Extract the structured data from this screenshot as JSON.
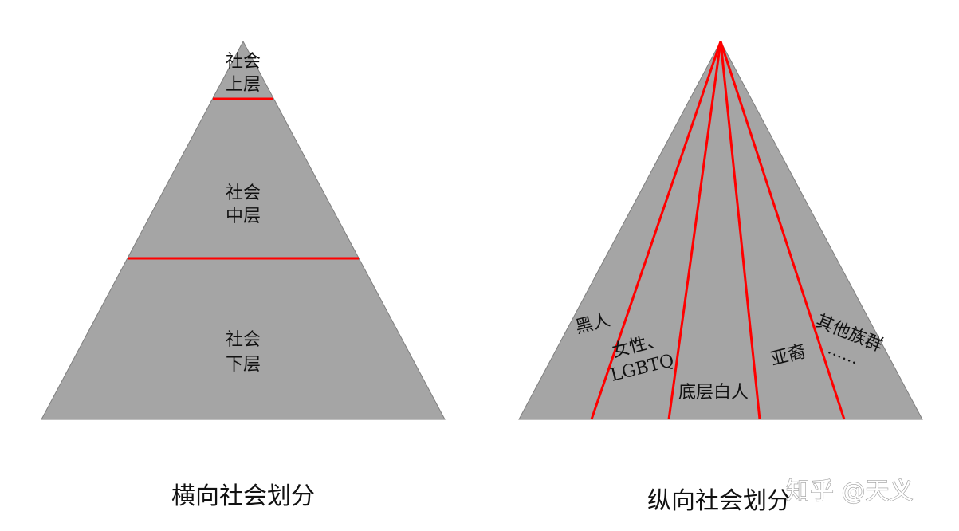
{
  "left_diagram": {
    "caption": "横向社会划分",
    "upper": [
      "社会",
      "上层"
    ],
    "middle": [
      "社会",
      "中层"
    ],
    "lower": [
      "社会",
      "下层"
    ]
  },
  "right_diagram": {
    "caption": "纵向社会划分",
    "groups": {
      "black": "黑人",
      "women_1": "女性、",
      "women_2": "LGBTQ",
      "poor_white": "底层白人",
      "asian": "亚裔",
      "others_1": "其他族群",
      "others_2": "……"
    }
  },
  "watermark": "知乎 @天义",
  "colors": {
    "pyramid_fill": "#a5a5a5",
    "pyramid_stroke": "#7f7f7f",
    "divider": "#ff0000"
  }
}
